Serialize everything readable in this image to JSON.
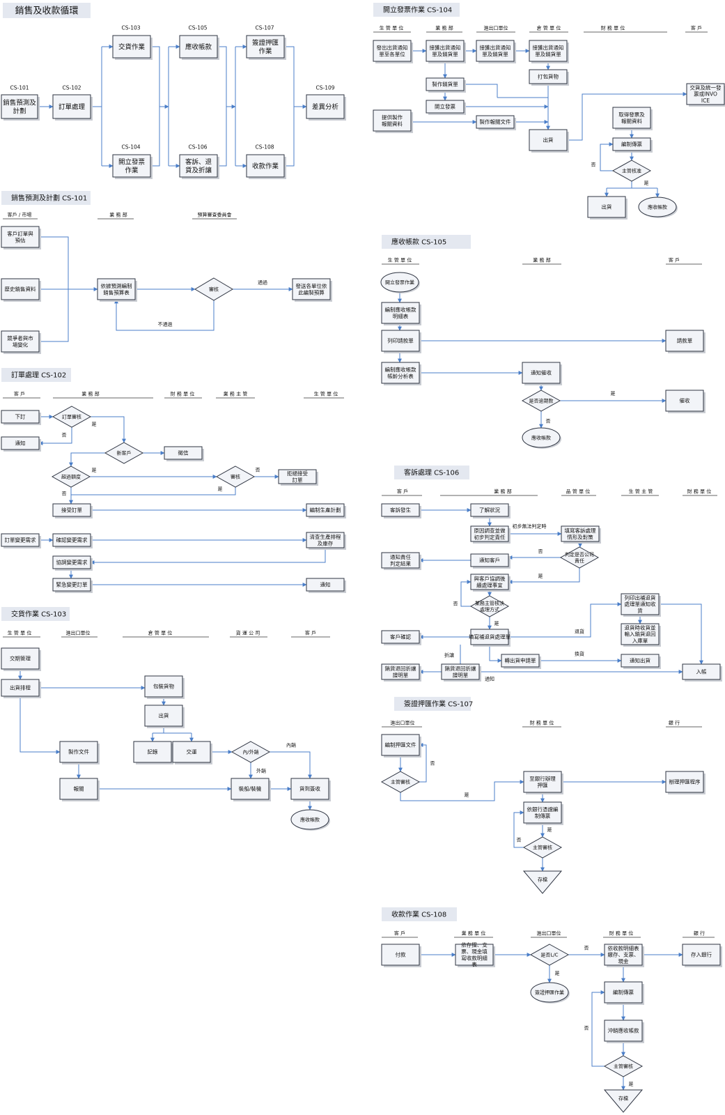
{
  "main_title": "銷售及收款循環",
  "overview": {
    "codes": [
      "CS-101",
      "CS-102",
      "CS-103",
      "CS-104",
      "CS-105",
      "CS-106",
      "CS-107",
      "CS-108",
      "CS-109"
    ],
    "n101": "銷售預測及計劃",
    "n102": "訂單處理",
    "n103": "交貨作業",
    "n104": "開立發票作業",
    "n105": "應收帳款",
    "n106": "客訴、退貨及折讓",
    "n107": "簽證押匯作業",
    "n108": "收款作業",
    "n109": "差異分析"
  },
  "s101": {
    "title": "銷售預測及計劃 CS-101",
    "lanes": [
      "客戶 / 市場",
      "業 務 部",
      "預算審查委員會"
    ],
    "b1": "客戶訂單與預估",
    "b2": "歷史銷售資料",
    "b3": "競爭者與市場變化",
    "b4": "依據預測編制銷售預算表",
    "d1": "審核",
    "b5": "發送各單位依此編製預算",
    "yes": "通過",
    "no": "不通過"
  },
  "s102": {
    "title": "訂單處理 CS-102",
    "lanes": [
      "客 戶",
      "業 務 部",
      "財 務 單 位",
      "業 務 主 管",
      "生 管 單 位"
    ],
    "b_order": "下訂",
    "d_review": "訂單審核",
    "b_notify": "通知",
    "d_new": "新客戶",
    "b_credit": "徵信",
    "d_limit": "超過額度",
    "d_approve": "審核",
    "b_reject": "拒絕接受訂單",
    "b_accept": "接受訂單",
    "b_plan": "編制生產計劃",
    "b_change": "訂單變更需求",
    "b_confirm": "確認變更需求",
    "b_check": "清查生產排程及庫存",
    "b_coord": "協調變更需求",
    "b_urgent": "緊急變更訂單",
    "b_notify2": "通知",
    "yes": "是",
    "no": "否"
  },
  "s103": {
    "title": "交貨作業 CS-103",
    "lanes": [
      "生 管 單 位",
      "進出口單位",
      "倉 管 單 位",
      "貨 運 公 司",
      "客 戶"
    ],
    "b1": "交期管理",
    "b2": "出貨排程",
    "b3": "包裝貨物",
    "b4": "出貨",
    "b5": "記錄",
    "b6": "交運",
    "d1": "內/外銷",
    "b7": "製作文件",
    "b8": "報關",
    "b9": "裝船/裝機",
    "b10": "貨到簽收",
    "e1": "應收帳款",
    "inner": "內銷",
    "outer": "外銷"
  },
  "s104": {
    "title": "開立發票作業 CS-104",
    "lanes": [
      "生 管 單 位",
      "業 務 部",
      "進出口單位",
      "倉 管 單 位",
      "財 務 單 位",
      "客 戶"
    ],
    "b1": "發出出貨通知單至各單位",
    "b2": "接獲出貨通知單及銷貨單",
    "b3": "接獲出貨通知單及銷貨單",
    "b4": "接獲出貨通知單及銷貨單",
    "b5": "製作銷貨單",
    "b6": "開立發票",
    "b7": "打包貨物",
    "b8": "提供製作報關資料",
    "b9": "製作報關文件",
    "b10": "出貨",
    "b11": "交貨及統一發票或INVOICE",
    "b12": "取得發票及報關資料",
    "b13": "編制傳票",
    "d1": "主管核准",
    "b14": "出貨",
    "e1": "應收帳款",
    "yes": "是",
    "no": "否"
  },
  "s105": {
    "title": "應收帳款 CS-105",
    "lanes": [
      "生 管 單 位",
      "業 務 部",
      "客 戶"
    ],
    "e1": "開立發票作業",
    "b1": "編制應收帳款明細表",
    "b2": "列印請款單",
    "b3": "請款單",
    "b4": "編制應收帳款帳齡分析表",
    "b5": "通知催收",
    "d1": "是否逾期款",
    "b6": "催收",
    "e2": "應收帳款",
    "yes": "是",
    "no": "否"
  },
  "s106": {
    "title": "客訴處理 CS-106",
    "lanes": [
      "客 戶",
      "業 務 部",
      "品 管 單 位",
      "生 管 主 管",
      "財 務 單 位"
    ],
    "b1": "客訴發生",
    "b2": "了解狀況",
    "b3": "原因調查並做初步判定責任",
    "t_unsure": "初步無法判定時",
    "b4": "填寫客訴處理情形及對策",
    "d1": "判定是否公司責任",
    "b5": "通知責任判定結果",
    "b6": "通知客戶",
    "b7": "與客戶協調後續處理事宜",
    "d2": "業務主管核決處理方式",
    "b8": "列印出補退貨處理單通知收貨",
    "b9": "退貨時收貨並輸入銷貨退回入庫單",
    "b10": "客戶確認",
    "b11": "填寫補退貨處理單",
    "b12": "轉出貨申請單",
    "b13": "通知出貨",
    "b14": "入帳",
    "b15": "銷貨退回折讓證明單",
    "b16": "銷貨退回折讓證明單",
    "t_return": "退貨",
    "t_replace": "換貨",
    "t_discount": "折讓",
    "t_notify": "通知",
    "yes": "是",
    "no": "否"
  },
  "s107": {
    "title": "簽證押匯作業 CS-107",
    "lanes": [
      "進出口單位",
      "財 務 單 位",
      "銀 行"
    ],
    "b1": "編制押匯文件",
    "d1": "主管審核",
    "b2": "至銀行辦理押匯",
    "b3": "辦理押匯程序",
    "b4": "依銀行憑證編制傳票",
    "d2": "主管審核",
    "t1": "存檔",
    "yes": "是",
    "no": "否"
  },
  "s108": {
    "title": "收款作業 CS-108",
    "lanes": [
      "客 戶",
      "業 務 單 位",
      "進出口單位",
      "財 務 單 位",
      "銀 行"
    ],
    "b1": "付款",
    "b2": "依存摺、支票、現金填寫收款明細表",
    "d1": "是否L/C",
    "e1": "簽證押匯作業",
    "b3": "依收款明細表繳存、支票、現金",
    "b4": "存入銀行",
    "b5": "編制傳票",
    "b6": "沖銷應收帳款",
    "d2": "主管審核",
    "t1": "存檔",
    "yes": "是",
    "no": "否"
  }
}
